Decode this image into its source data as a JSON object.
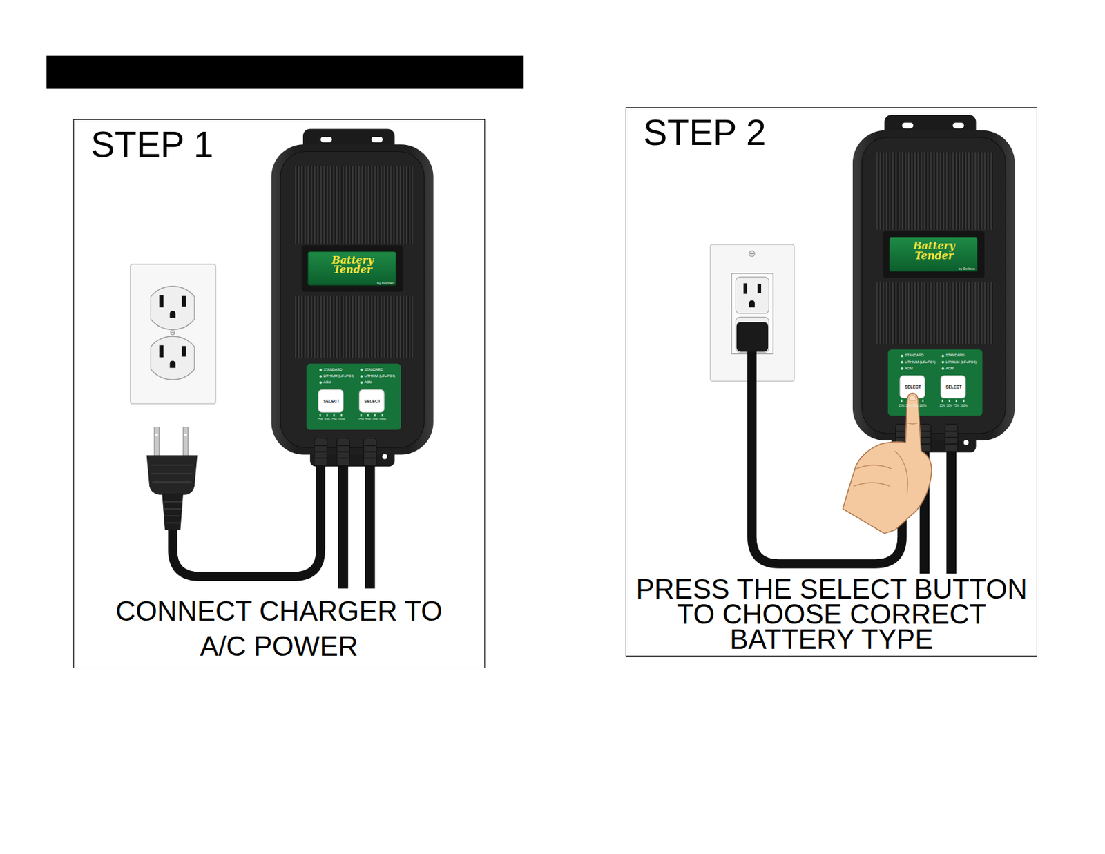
{
  "diagram": {
    "nodes": [
      {
        "text": [
          "STEP 1",
          "CONNECT CHARGER TO A/C POWER"
        ]
      },
      {
        "text": [
          "Battery Tender",
          "by Deltran"
        ],
        "in": 0
      },
      {
        "text": [
          "SELECT"
        ],
        "in": 0
      },
      {
        "text": [
          "SELECT"
        ],
        "in": 0
      },
      {
        "text": [
          "STEP 2",
          "PRESS THE SELECT BUTTON TO CHOOSE CORRECT BATTERY TYPE"
        ]
      },
      {
        "text": [
          "Battery Tender",
          "by Deltran"
        ],
        "in": 4
      },
      {
        "text": [
          "SELECT"
        ],
        "in": 4
      },
      {
        "text": [
          "SELECT"
        ],
        "in": 4
      }
    ],
    "labels": [
      "STANDARD",
      "LITHIUM (LiFePO4)",
      "AGM",
      "STANDARD",
      "LITHIUM (LiFePO4)",
      "AGM",
      "25%",
      "50%",
      "75%",
      "100%",
      "25%",
      "50%",
      "75%",
      "100%",
      "STANDARD",
      "LITHIUM (LiFePO4)",
      "AGM",
      "STANDARD",
      "LITHIUM (LiFePO4)",
      "AGM",
      "25%",
      "50%",
      "75%",
      "100%",
      "25%",
      "50%",
      "75%",
      "100%"
    ]
  }
}
